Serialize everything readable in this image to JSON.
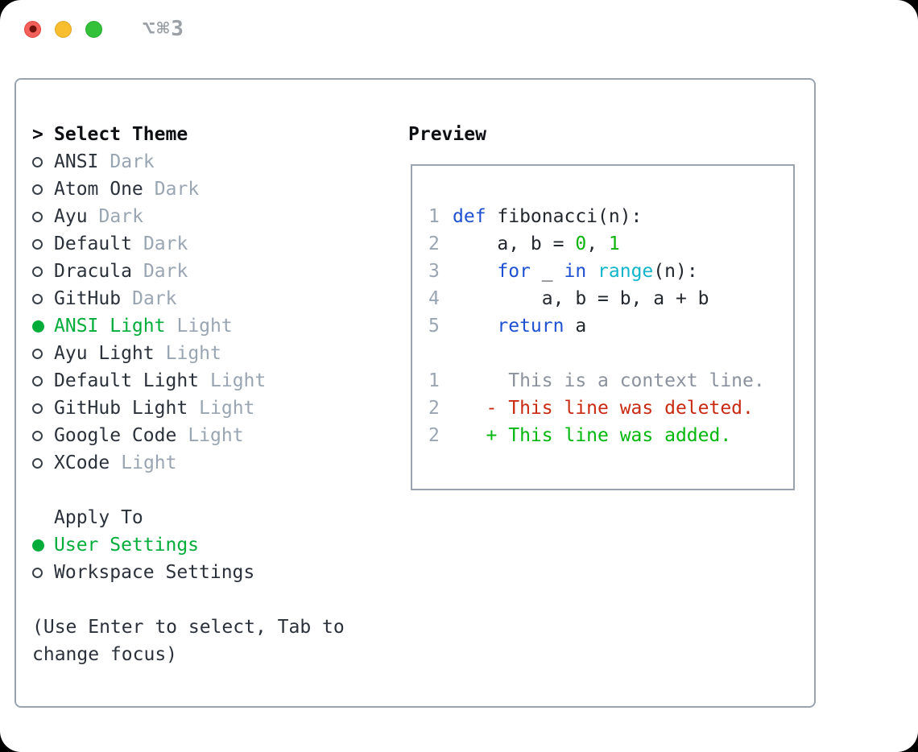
{
  "window": {
    "title": "⌥⌘3"
  },
  "theme_selector": {
    "header_prefix": ">",
    "header": "Select Theme",
    "items": [
      {
        "name": "ANSI",
        "variant": "Dark",
        "selected": false
      },
      {
        "name": "Atom One",
        "variant": "Dark",
        "selected": false
      },
      {
        "name": "Ayu",
        "variant": "Dark",
        "selected": false
      },
      {
        "name": "Default",
        "variant": "Dark",
        "selected": false
      },
      {
        "name": "Dracula",
        "variant": "Dark",
        "selected": false
      },
      {
        "name": "GitHub",
        "variant": "Dark",
        "selected": false
      },
      {
        "name": "ANSI Light",
        "variant": "Light",
        "selected": true
      },
      {
        "name": "Ayu Light",
        "variant": "Light",
        "selected": false
      },
      {
        "name": "Default Light",
        "variant": "Light",
        "selected": false
      },
      {
        "name": "GitHub Light",
        "variant": "Light",
        "selected": false
      },
      {
        "name": "Google Code",
        "variant": "Light",
        "selected": false
      },
      {
        "name": "XCode",
        "variant": "Light",
        "selected": false
      }
    ]
  },
  "apply_to": {
    "header": "Apply To",
    "options": [
      {
        "label": "User Settings",
        "selected": true
      },
      {
        "label": "Workspace Settings",
        "selected": false
      }
    ]
  },
  "help_text": "(Use Enter to select, Tab to change focus)",
  "preview": {
    "header": "Preview",
    "code_lines": [
      {
        "num": "1",
        "tokens": [
          {
            "t": "def",
            "c": "keyword"
          },
          {
            "t": " fibonacci(n):",
            "c": "plain"
          }
        ]
      },
      {
        "num": "2",
        "tokens": [
          {
            "t": "    a, b = ",
            "c": "plain"
          },
          {
            "t": "0",
            "c": "number"
          },
          {
            "t": ", ",
            "c": "plain"
          },
          {
            "t": "1",
            "c": "number"
          }
        ]
      },
      {
        "num": "3",
        "tokens": [
          {
            "t": "    ",
            "c": "plain"
          },
          {
            "t": "for",
            "c": "keyword"
          },
          {
            "t": " _ ",
            "c": "plain"
          },
          {
            "t": "in",
            "c": "keyword"
          },
          {
            "t": " ",
            "c": "plain"
          },
          {
            "t": "range",
            "c": "builtin"
          },
          {
            "t": "(n):",
            "c": "plain"
          }
        ]
      },
      {
        "num": "4",
        "tokens": [
          {
            "t": "        a, b = b, a + b",
            "c": "plain"
          }
        ]
      },
      {
        "num": "5",
        "tokens": [
          {
            "t": "    ",
            "c": "plain"
          },
          {
            "t": "return",
            "c": "keyword"
          },
          {
            "t": " a",
            "c": "plain"
          }
        ]
      }
    ],
    "diff_lines": [
      {
        "num": "1",
        "marker": "",
        "text": "This is a context line.",
        "type": "context"
      },
      {
        "num": "2",
        "marker": "-",
        "text": "This line was deleted.",
        "type": "deleted"
      },
      {
        "num": "2",
        "marker": "+",
        "text": "This line was added.",
        "type": "added"
      }
    ]
  },
  "colors": {
    "keyword": "#1e50d2",
    "builtin": "#12b5cb",
    "number": "#0cb40c",
    "plain": "#23272e",
    "context": "#8b929e",
    "deleted": "#c92a12",
    "added": "#00b70e",
    "line_number": "#9aa5b3",
    "accent_green": "#00ac3a",
    "muted": "#9aa5b3",
    "item_text": "#2b313a"
  }
}
